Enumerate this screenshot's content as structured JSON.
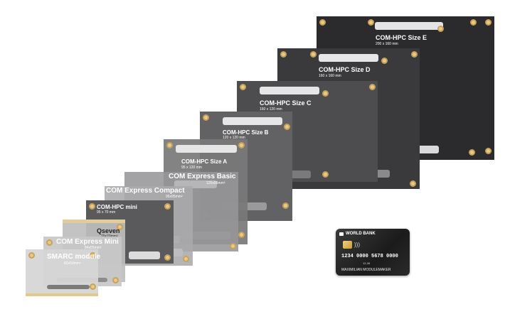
{
  "boards": {
    "size_e": {
      "title": "COM-HPC Size E",
      "dims": "200 x 160 mm"
    },
    "size_d": {
      "title": "COM-HPC Size D",
      "dims": "160 x 160 mm"
    },
    "size_c": {
      "title": "COM-HPC Size C",
      "dims": "160 x 120 mm"
    },
    "size_b": {
      "title": "COM-HPC Size B",
      "dims": "120 x 120 mm"
    },
    "size_a": {
      "title": "COM-HPC Size A",
      "dims": "95 x 120 mm"
    },
    "basic": {
      "title": "COM Express Basic",
      "dims": "125x95mm²"
    },
    "compact": {
      "title": "COM Express Compact",
      "dims": "95x95mm²"
    },
    "hpc_mini": {
      "title": "COM-HPC mini",
      "dims": "95 x 70 mm"
    },
    "qseven": {
      "title": "Qseven",
      "dims": "70x70mm²"
    },
    "com_mini": {
      "title": "COM Express Mini",
      "dims": "84x55mm²"
    },
    "smarc": {
      "title": "SMARC module",
      "dims": "82x50mm²"
    }
  },
  "card": {
    "bank": "WORLD BANK",
    "number": "1234  0000  5678  0000",
    "valid": "12-26",
    "holder": "MAXIMILIAN MODULEMAKER"
  }
}
